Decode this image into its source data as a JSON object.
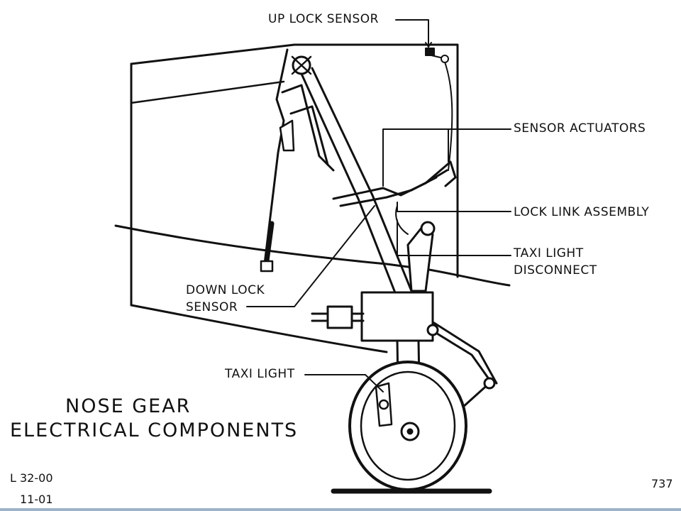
{
  "callouts": {
    "up_lock_sensor": "UP LOCK SENSOR",
    "sensor_actuators": "SENSOR ACTUATORS",
    "lock_link_assembly": "LOCK LINK ASSEMBLY",
    "taxi_light_disconnect_1": "TAXI LIGHT",
    "taxi_light_disconnect_2": "DISCONNECT",
    "down_lock_sensor_1": "DOWN LOCK",
    "down_lock_sensor_2": "SENSOR",
    "taxi_light": "TAXI LIGHT"
  },
  "title": {
    "line1": "NOSE GEAR",
    "line2": "ELECTRICAL COMPONENTS"
  },
  "reference": {
    "chapter": "L 32-00",
    "date": "11-01",
    "model": "737"
  }
}
